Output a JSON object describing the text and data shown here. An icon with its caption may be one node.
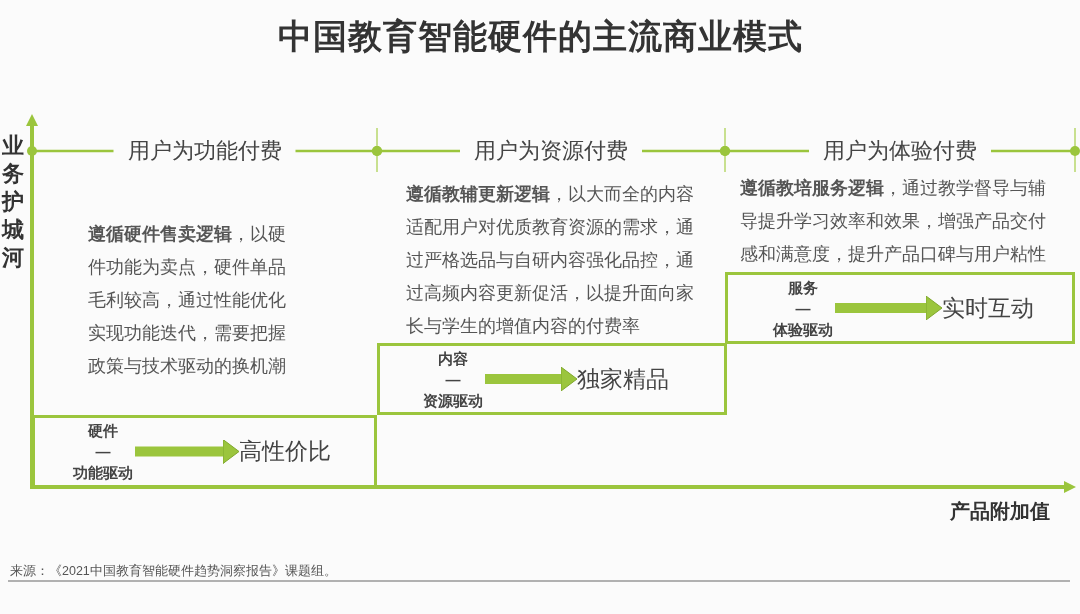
{
  "diagram": {
    "title": "中国教育智能硬件的主流商业模式",
    "caption": "来源：《2021中国教育智能硬件趋势洞察报告》课题组。",
    "nodes": [
      {
        "text": [],
        "shape": "box"
      },
      {
        "text": [
          "硬件 — 功能驱动"
        ],
        "in": 0
      },
      {
        "text": [
          "高性价比"
        ],
        "in": 0
      },
      {
        "text": [],
        "shape": "box"
      },
      {
        "text": [
          "内容 — 资源驱动"
        ],
        "in": 3
      },
      {
        "text": [
          "独家精品"
        ],
        "in": 3
      },
      {
        "text": [],
        "shape": "box"
      },
      {
        "text": [
          "服务 — 体验驱动"
        ],
        "in": 6
      },
      {
        "text": [
          "实时互动"
        ],
        "in": 6
      }
    ],
    "edges": [
      {
        "from": 1,
        "to": 2,
        "arrow": "to"
      },
      {
        "from": 4,
        "to": 5,
        "arrow": "to"
      },
      {
        "from": 7,
        "to": 8,
        "arrow": "to"
      }
    ],
    "labels": [
      "业务护城河",
      "用户为功能付费",
      "**遵循硬件售卖逻辑**，以硬件功能为卖点，硬件单品毛利较高，通过性能优化实现功能迭代，需要把握政策与技术驱动的换机潮",
      "用户为资源付费",
      "**遵循教辅更新逻辑**，以大而全的内容适配用户对优质教育资源的需求，通过严格选品与自研内容强化品控，通过高频内容更新促活，以提升面向家长与学生的增值内容的付费率",
      "用户为体验付费",
      "**遵循教培服务逻辑**，通过教学督导与辅导提升学习效率和效果，增强产品交付感和满意度，提升产品口碑与用户粘性",
      "产品附加值"
    ]
  }
}
